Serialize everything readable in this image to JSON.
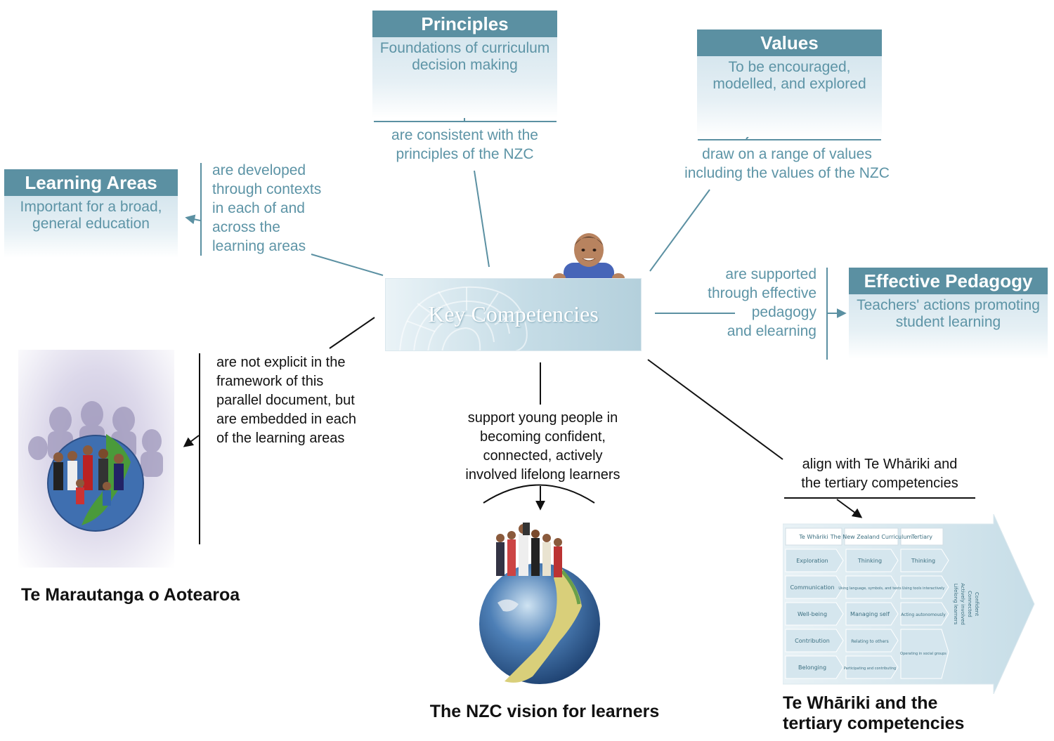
{
  "central": {
    "title": "Key Competencies"
  },
  "principles": {
    "title": "Principles",
    "subtitle": [
      "Foundations of curriculum",
      "decision making"
    ],
    "relation": [
      "are consistent with the",
      "principles of the NZC"
    ]
  },
  "values": {
    "title": "Values",
    "subtitle": [
      "To be encouraged,",
      "modelled, and explored"
    ],
    "relation": [
      "draw on a range of values",
      "including the values of the NZC"
    ]
  },
  "learning_areas": {
    "title": "Learning Areas",
    "subtitle": [
      "Important for a broad,",
      "general education"
    ],
    "relation": [
      "are developed",
      "through contexts",
      "in each of and",
      "across the",
      "learning areas"
    ]
  },
  "pedagogy": {
    "title": "Effective Pedagogy",
    "subtitle": [
      "Teachers' actions promoting",
      "student learning"
    ],
    "relation": [
      "are supported",
      "through effective",
      "pedagogy",
      "and elearning"
    ]
  },
  "marautanga": {
    "relation": [
      "are not explicit in the",
      "framework of this",
      "parallel document, but",
      "are embedded in each",
      "of the learning areas"
    ],
    "caption": "Te Marautanga o Aotearoa"
  },
  "vision": {
    "relation": [
      "support young people in",
      "becoming confident,",
      "connected, actively",
      "involved lifelong learners"
    ],
    "caption": "The NZC vision for learners"
  },
  "whariki": {
    "relation": [
      "align with Te Whāriki and",
      "the tertiary competencies"
    ],
    "caption": [
      "Te Whāriki and the",
      "tertiary competencies"
    ],
    "table": {
      "headers": [
        "Te Whāriki",
        "The New Zealand Curriculum",
        "Tertiary"
      ],
      "rows": [
        [
          "Exploration",
          "Thinking",
          "Thinking"
        ],
        [
          "Communication",
          "Using language, symbols, and texts",
          "Using tools interactively"
        ],
        [
          "Well-being",
          "Managing self",
          "Acting autonomously"
        ],
        [
          "Contribution",
          "Relating to others",
          ""
        ],
        [
          "Belonging",
          "Participating and contributing",
          "Operating in social groups"
        ]
      ],
      "arrow_text": [
        "Confident",
        "Connected",
        "Actively involved",
        "Lifelong learners"
      ]
    }
  },
  "colors": {
    "teal": "#5b90a2",
    "teal_text": "#5d94a6",
    "ink": "#111111"
  }
}
